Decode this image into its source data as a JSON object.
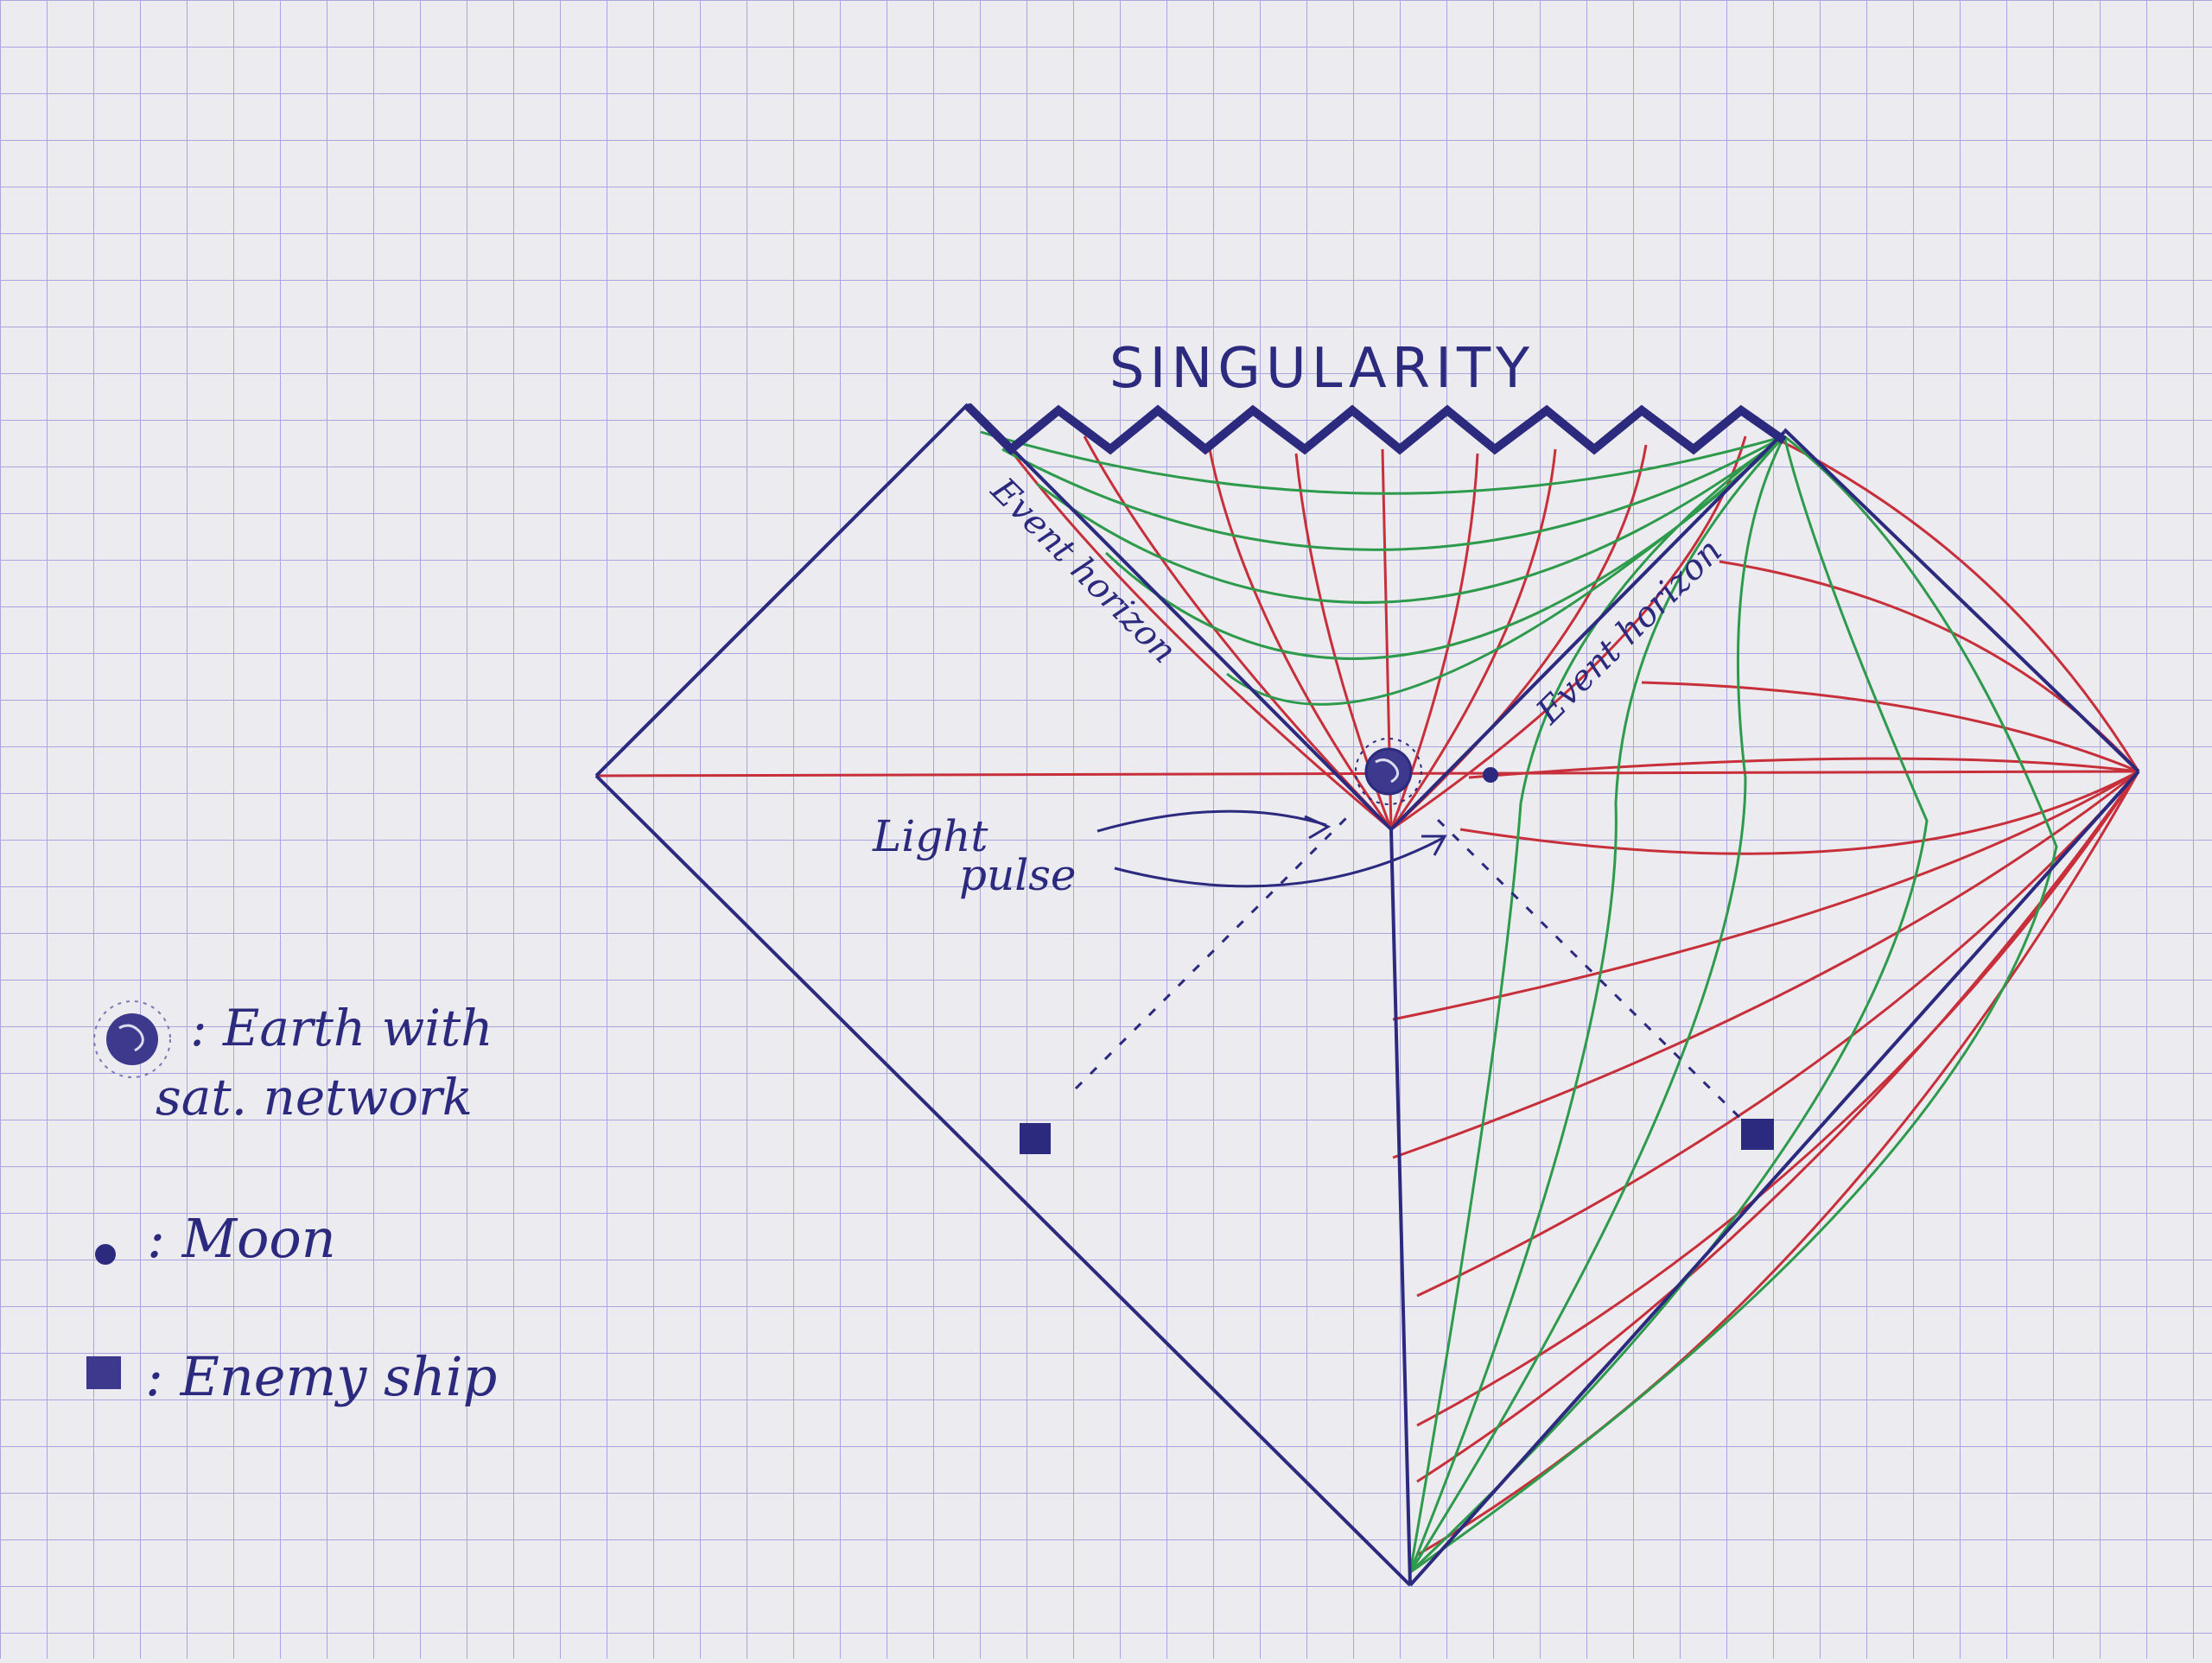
{
  "diagram": {
    "title": "SINGULARITY",
    "labels": {
      "event_horizon_left": "Event horizon",
      "event_horizon_right": "Event horizon",
      "light_pulse_line1": "Light",
      "light_pulse_line2": "pulse"
    },
    "legend": {
      "earth_line1": ": Earth with",
      "earth_line2": "sat. network",
      "moon": ": Moon",
      "enemy_ship": ": Enemy ship"
    },
    "colors": {
      "paper": "#ecebef",
      "grid": "#a9a6dc",
      "ink_blue": "#2c2a7e",
      "ink_red": "#c7303a",
      "ink_green": "#2d9a4c"
    },
    "icons": [
      "earth-icon",
      "moon-icon",
      "enemy-ship-icon"
    ]
  }
}
